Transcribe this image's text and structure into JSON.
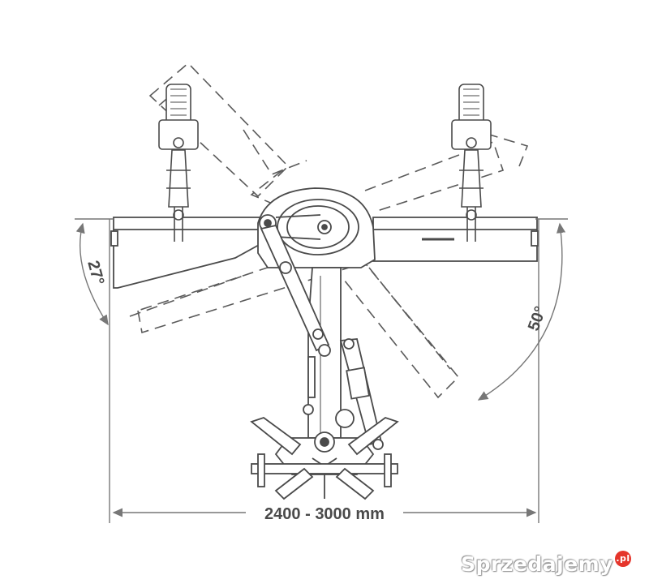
{
  "dimensions": {
    "width_label": "2400 - 3000 mm",
    "angle_left_label": "27°",
    "angle_right_label": "50°"
  },
  "watermark": {
    "text": "Sprzedajemy",
    "badge": ".pl"
  },
  "colors": {
    "line": "#4a4a4a",
    "dashed": "#5a5a5a",
    "dim": "#777777"
  }
}
